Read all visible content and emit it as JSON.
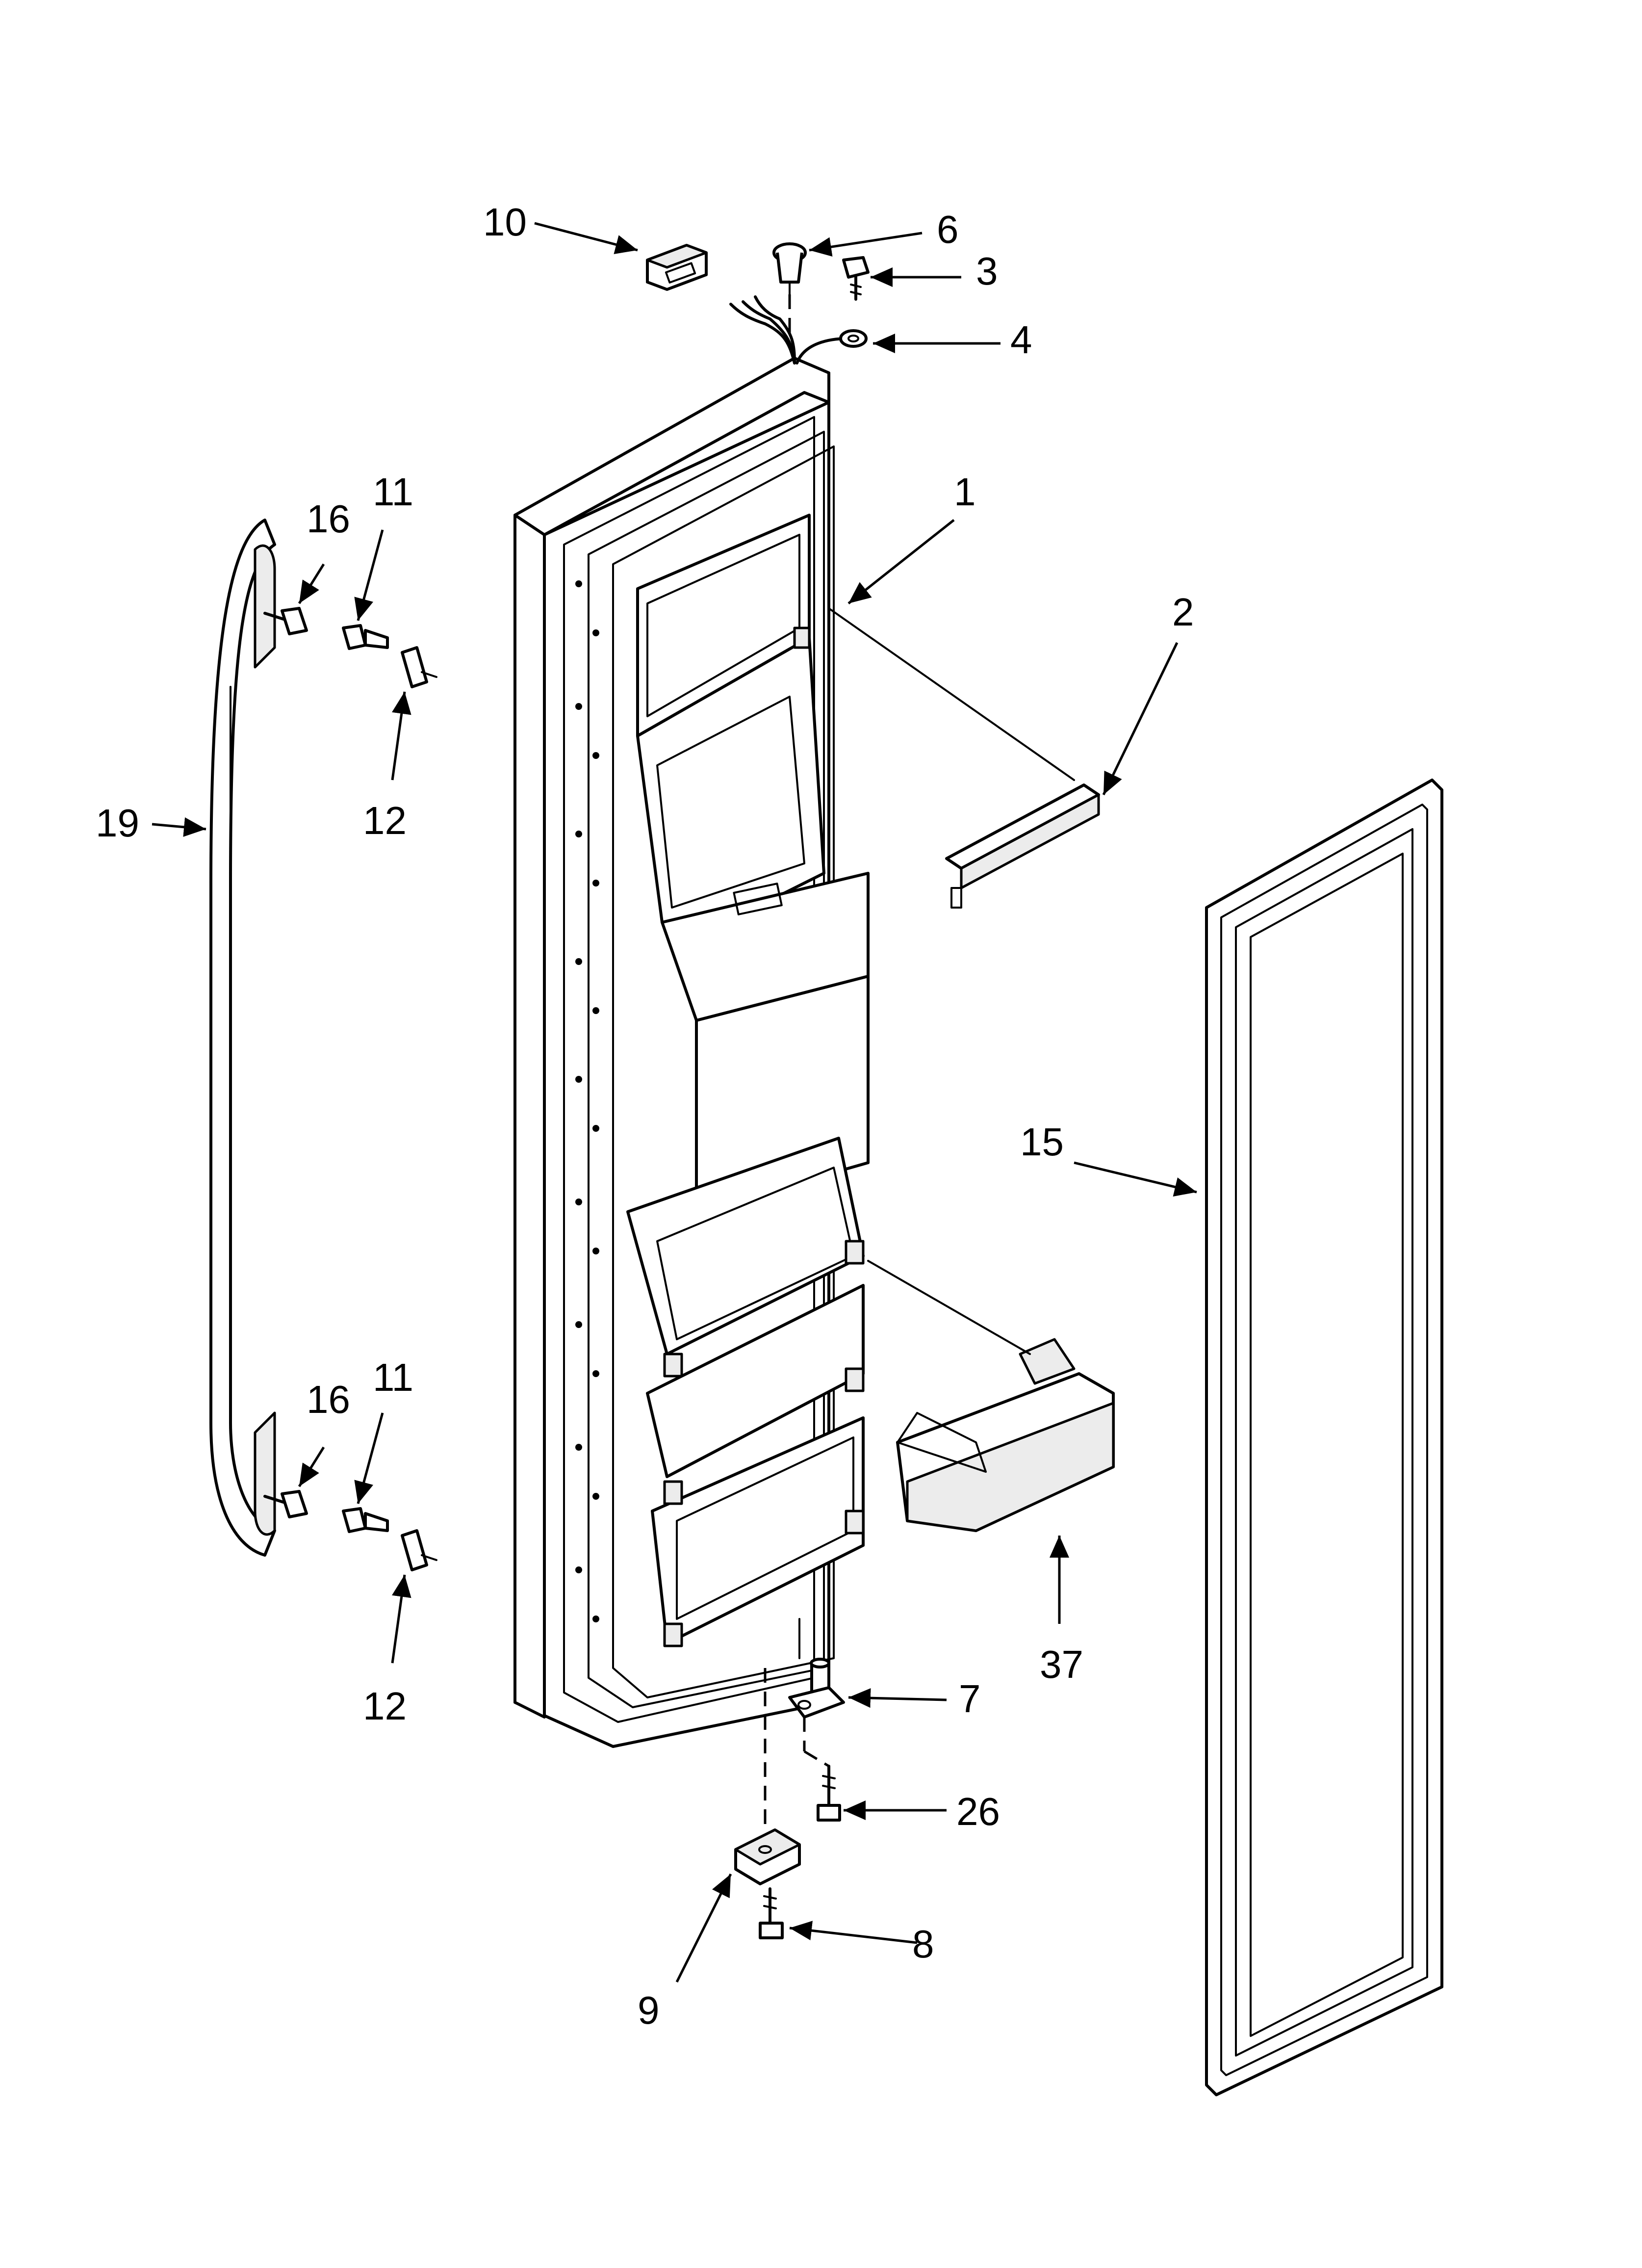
{
  "diagram": {
    "callouts": {
      "c10": "10",
      "c6": "6",
      "c3": "3",
      "c4": "4",
      "c1": "1",
      "c2": "2",
      "c16_top": "16",
      "c11_top": "11",
      "c19": "19",
      "c12_top": "12",
      "c15": "15",
      "c16_bottom": "16",
      "c11_bottom": "11",
      "c12_bottom": "12",
      "c7": "7",
      "c37": "37",
      "c26": "26",
      "c8": "8",
      "c9": "9"
    }
  }
}
